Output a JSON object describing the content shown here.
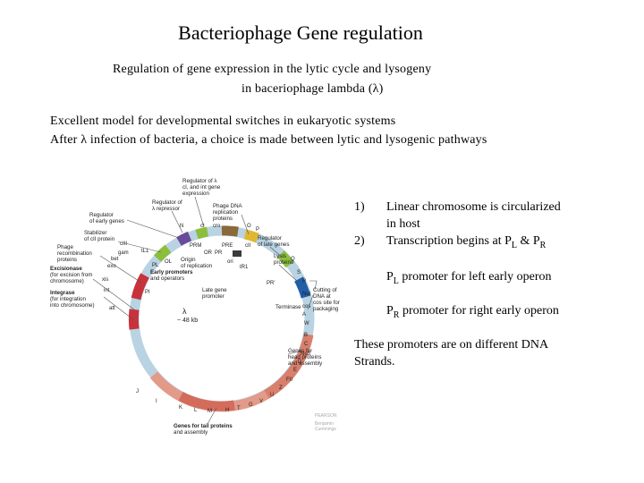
{
  "slide": {
    "title": "Bacteriophage Gene regulation",
    "subtitle_line1": "Regulation of gene expression in the lytic cycle and lysogeny",
    "subtitle_line2": "in baceriophage lambda (λ)",
    "intro_line1": "Excellent model for developmental switches in eukaryotic systems",
    "intro_line2": "After λ infection of bacteria, a choice is made between lytic and lysogenic pathways"
  },
  "points": {
    "item1_num": "1)",
    "item1_text_a": "Linear chromosome is circularized",
    "item1_text_b": "in host",
    "item2_num": "2)",
    "item2_text_a": "Transcription begins at P",
    "item2_sub_a": "L",
    "item2_text_b": " & P",
    "item2_sub_b": "R",
    "pl_main": "P",
    "pl_sub": "L",
    "pl_text": " promoter for left early operon",
    "pr_main": "P",
    "pr_sub": "R",
    "pr_text": " promoter for right early operon",
    "strands_line1": "These promoters are on different DNA",
    "strands_line2": "Strands."
  },
  "figure": {
    "center_label_1": "λ",
    "center_label_2": "~ 48 kb",
    "callouts": {
      "regulator_lambda_1": "Regulator of λ",
      "regulator_lambda_2": "cI, and int gene",
      "regulator_lambda_3": "expression",
      "regulator_cii_1": "Regulator of",
      "regulator_cii_2": "λ repressor",
      "regulator_early_1": "Regulator",
      "regulator_early_2": "of early genes",
      "stabilizer_1": "Stabilizer",
      "stabilizer_2": "of cII protein",
      "recomb_1": "Phage",
      "recomb_2": "recombination",
      "recomb_3": "proteins",
      "excisionase_1": "Excisionase",
      "excisionase_2": "(for excision from",
      "excisionase_3": "chromosome)",
      "integrase_1": "Integrase",
      "integrase_2": "(for integration",
      "integrase_3": "into chromosome)",
      "dna_rep_1": "Phage DNA",
      "dna_rep_2": "replication",
      "dna_rep_3": "proteins",
      "late_reg_1": "Regulator",
      "late_reg_2": "of late genes",
      "lysis_1": "Lysis",
      "lysis_2": "proteins",
      "origin_1": "Origin",
      "origin_2": "of replication",
      "early_prom_1": "Early promoters",
      "early_prom_2": "and operators",
      "late_prom_1": "Late gene",
      "late_prom_2": "promoter",
      "cutting_1": "Cutting of",
      "cutting_2": "DNA at",
      "cutting_3": "cos site for",
      "cutting_4": "packaging",
      "terminase": "Terminase",
      "head_1": "Genes for",
      "head_2": "head proteins",
      "head_3": "and assembly",
      "tail_1": "Genes for tail proteins",
      "tail_2": "and assembly"
    },
    "gene_labels": {
      "cIII": "cIII",
      "N": "N",
      "cI": "cI",
      "cII": "cII",
      "O": "O",
      "P": "P",
      "Q": "Q",
      "S": "S",
      "R": "R",
      "Nul": "Nul",
      "A": "A",
      "W": "W",
      "B": "B",
      "C": "C",
      "Nu3": "Nu3",
      "D": "D",
      "E": "E",
      "FII": "FII",
      "Z": "Z",
      "U": "U",
      "V": "V",
      "G": "G",
      "T": "T",
      "H": "H",
      "M": "M",
      "L": "L",
      "K": "K",
      "I": "I",
      "J": "J",
      "int": "int",
      "xis": "xis",
      "gam": "gam",
      "bet": "bet",
      "exo": "exo",
      "att": "att",
      "PI": "PI",
      "cos": "cos",
      "PL": "PL",
      "OL": "OL",
      "OR": "OR",
      "PR": "PR",
      "PRE": "PRE",
      "PRM": "PRM",
      "PR2": "PR'",
      "tL1": "tL1",
      "tR1": "tR1",
      "ori": "ori",
      "cro": "cro"
    },
    "watermark_1": "PEARSON",
    "watermark_2": "Benjamin",
    "watermark_3": "Cummings"
  },
  "colors": {
    "ring": "#b9d3e3",
    "head_genes": "#d97f6c",
    "tail_genes": "#e39a89",
    "red_genes": "#c8323c",
    "green_gene": "#8cbe3c",
    "purple_gene": "#6a4a9a",
    "yellow_gene": "#e0b830",
    "brown_gene": "#8a6a3a",
    "blue_gene": "#1f5fa8",
    "dark_gene": "#3b3b3b"
  }
}
